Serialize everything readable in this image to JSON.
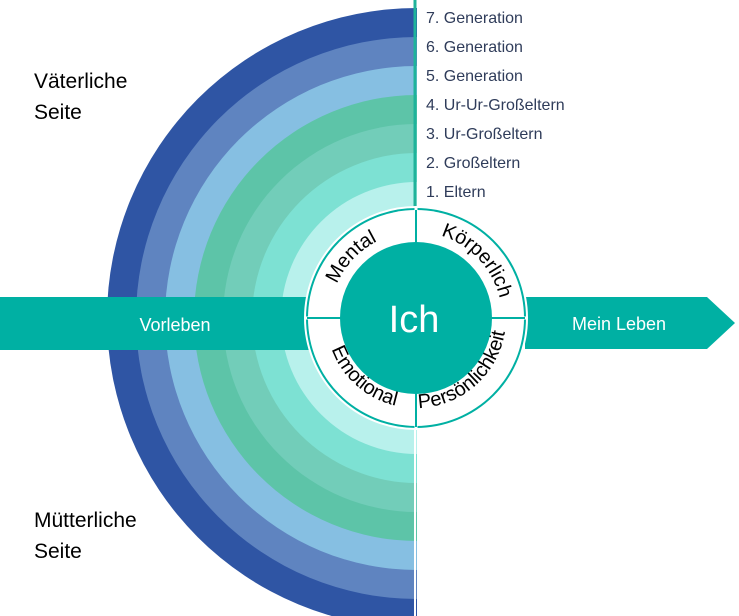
{
  "diagram": {
    "center_label": "Ich",
    "arrow_left_label": "Vorleben",
    "arrow_right_label": "Mein Leben",
    "paternal_label": [
      "Väterliche",
      "Seite"
    ],
    "maternal_label": [
      "Mütterliche",
      "Seite"
    ],
    "quadrants": [
      {
        "label": "Mental"
      },
      {
        "label": "Körperlich"
      },
      {
        "label": "Persönlichkeit"
      },
      {
        "label": "Emotional"
      }
    ],
    "generations": [
      "7. Generation",
      "6. Generation",
      "5. Generation",
      "4. Ur-Ur-Großeltern",
      "3. Ur-Großeltern",
      "2. Großeltern",
      "1. Eltern"
    ],
    "colors": {
      "teal": "#00b0a3",
      "ring_colors": [
        "#2f55a4",
        "#5f84c0",
        "#86bfe2",
        "#5dc4a8",
        "#72cdb9",
        "#7de1d3",
        "#b8f1ec"
      ],
      "divider": "#1fb39a",
      "text_list": "#2f3c5a"
    }
  }
}
